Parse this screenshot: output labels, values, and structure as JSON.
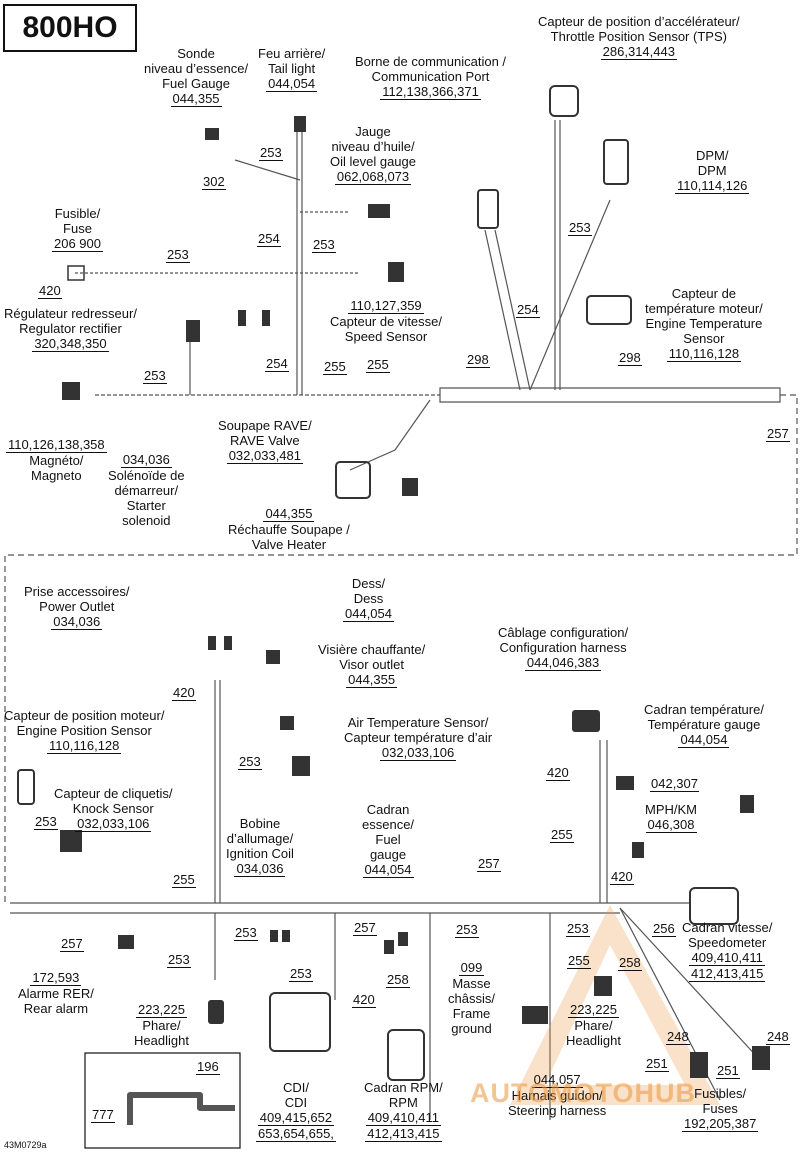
{
  "model_title": "800HO",
  "doc_id": "43M0729a",
  "watermark": "AUTOMOTOHUB",
  "colors": {
    "line": "#111111",
    "harness": "#555555",
    "watermark": "#e8963c"
  },
  "components": [
    {
      "id": "fuel-gauge-sensor",
      "lines": [
        "Sonde",
        "niveau d’essence/",
        "Fuel Gauge"
      ],
      "code": "044,355"
    },
    {
      "id": "tail-light",
      "lines": [
        "Feu arrière/",
        "Tail light"
      ],
      "code": "044,054"
    },
    {
      "id": "communication-port",
      "lines": [
        "Borne de communication /",
        "Communication Port"
      ],
      "code": "112,138,366,371"
    },
    {
      "id": "throttle-position-sensor",
      "lines": [
        "Capteur de position d’accélérateur/",
        "Throttle Position Sensor (TPS)"
      ],
      "code": "286,314,443"
    },
    {
      "id": "oil-level-gauge",
      "lines": [
        "Jauge",
        "niveau d’huile/",
        "Oil level gauge"
      ],
      "code": "062,068,073"
    },
    {
      "id": "dpm",
      "lines": [
        "DPM/",
        "DPM"
      ],
      "code": "110,114,126"
    },
    {
      "id": "fuse-top",
      "lines": [
        "Fusible/",
        "Fuse"
      ],
      "code": "206 900"
    },
    {
      "id": "engine-temperature-sensor",
      "lines": [
        "Capteur de",
        "température moteur/",
        "Engine Temperature",
        "Sensor"
      ],
      "code": "110,116,128"
    },
    {
      "id": "regulator-rectifier",
      "lines": [
        "Régulateur redresseur/",
        "Regulator rectifier"
      ],
      "code": "320,348,350"
    },
    {
      "id": "speed-sensor",
      "lines": [
        "Capteur de vitesse/",
        "Speed Sensor"
      ],
      "code": "110,127,359",
      "code_first": true
    },
    {
      "id": "magneto",
      "lines": [
        "Magnéto/",
        "Magneto"
      ],
      "code": "110,126,138,358",
      "code_first": true
    },
    {
      "id": "starter-solenoid",
      "lines": [
        "Solénoïde de",
        "démarreur/",
        "Starter",
        "solenoid"
      ],
      "code": "034,036",
      "code_first": true
    },
    {
      "id": "rave-valve",
      "lines": [
        "Soupape RAVE/",
        "RAVE Valve"
      ],
      "code": "032,033,481"
    },
    {
      "id": "valve-heater",
      "lines": [
        "Réchauffe Soupape /",
        "Valve Heater"
      ],
      "code": "044,355",
      "code_first": true
    },
    {
      "id": "power-outlet",
      "lines": [
        "Prise accessoires/",
        "Power Outlet"
      ],
      "code": "034,036"
    },
    {
      "id": "dess",
      "lines": [
        "Dess/",
        "Dess"
      ],
      "code": "044,054"
    },
    {
      "id": "visor-outlet",
      "lines": [
        "Visière chauffante/",
        "Visor outlet"
      ],
      "code": "044,355"
    },
    {
      "id": "configuration-harness",
      "lines": [
        "Câblage configuration/",
        "Configuration harness"
      ],
      "code": "044,046,383"
    },
    {
      "id": "engine-position-sensor",
      "lines": [
        "Capteur de position moteur/",
        "Engine Position Sensor"
      ],
      "code": "110,116,128"
    },
    {
      "id": "air-temperature-sensor",
      "lines": [
        "Air Temperature Sensor/",
        "Capteur température d’air"
      ],
      "code": "032,033,106"
    },
    {
      "id": "temperature-gauge",
      "lines": [
        "Cadran température/",
        "Température gauge"
      ],
      "code": "044,054"
    },
    {
      "id": "knock-sensor",
      "lines": [
        "Capteur de cliquetis/",
        "Knock Sensor"
      ],
      "code": "032,033,106"
    },
    {
      "id": "ignition-coil",
      "lines": [
        "Bobine",
        "d’allumage/",
        "Ignition Coil"
      ],
      "code": "034,036"
    },
    {
      "id": "fuel-gauge-dial",
      "lines": [
        "Cadran",
        "essence/",
        "Fuel",
        "gauge"
      ],
      "code": "044,054"
    },
    {
      "id": "mph-km",
      "lines": [
        "MPH/KM"
      ],
      "code": "046,308"
    },
    {
      "id": "speedometer",
      "lines": [
        "Cadran vitesse/",
        "Speedometer"
      ],
      "code": "409,410,411",
      "code2": "412,413,415"
    },
    {
      "id": "rear-alarm",
      "lines": [
        "Alarme RER/",
        "Rear alarm"
      ],
      "code": "172,593",
      "code_first": true
    },
    {
      "id": "headlight-left",
      "lines": [
        "Phare/",
        "Headlight"
      ],
      "code": "223,225",
      "code_first": true
    },
    {
      "id": "cdi",
      "lines": [
        "CDI/",
        "CDI"
      ],
      "code": "409,415,652",
      "code2": "653,654,655,"
    },
    {
      "id": "frame-ground",
      "lines": [
        "Masse",
        "châssis/",
        "Frame",
        "ground"
      ],
      "code": "099",
      "code_first": true
    },
    {
      "id": "rpm-dial",
      "lines": [
        "Cadran RPM/",
        "RPM"
      ],
      "code": "409,410,411",
      "code2": "412,413,415"
    },
    {
      "id": "headlight-right",
      "lines": [
        "Phare/",
        "Headlight"
      ],
      "code": "223,225",
      "code_first": true
    },
    {
      "id": "steering-harness",
      "lines": [
        "Harnais guidon/",
        "Steering harness"
      ],
      "code": "044,057",
      "code_first": true
    },
    {
      "id": "fuses",
      "lines": [
        "Fusibles/",
        "Fuses"
      ],
      "code": "192,205,387"
    }
  ],
  "extra_codes": [
    {
      "id": "oil-042-307",
      "code": "042,307"
    }
  ],
  "callouts": [
    "302",
    "253",
    "254",
    "253",
    "253",
    "420",
    "253",
    "254",
    "255",
    "255",
    "254",
    "298",
    "298",
    "253",
    "257",
    "420",
    "253",
    "253",
    "255",
    "257",
    "253",
    "257",
    "253",
    "420",
    "258",
    "253",
    "420",
    "255",
    "253",
    "256",
    "255",
    "258",
    "248",
    "248",
    "251",
    "251",
    "196",
    "777"
  ]
}
